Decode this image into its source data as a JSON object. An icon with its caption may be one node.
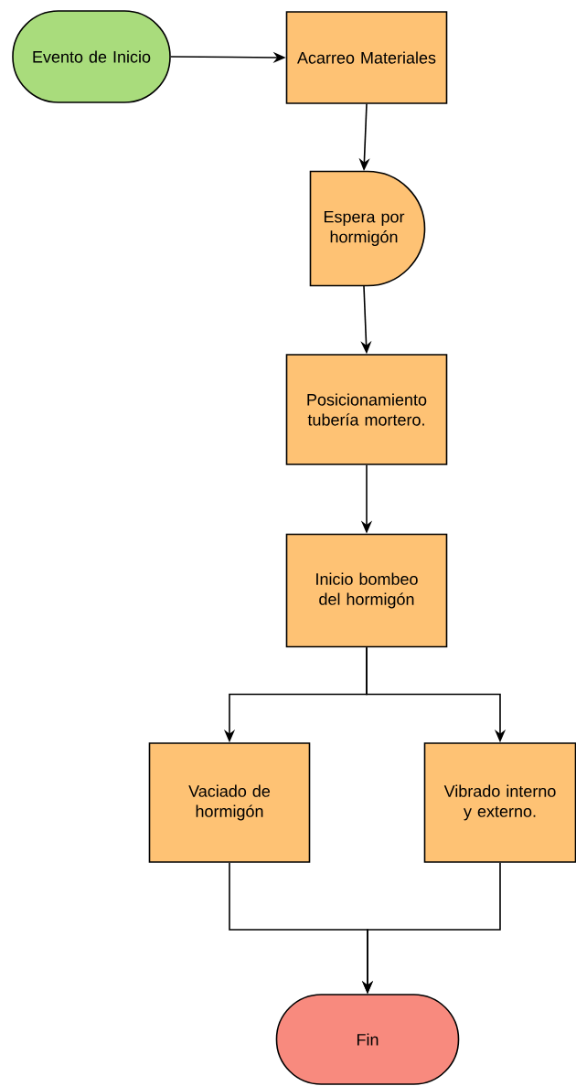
{
  "diagram": {
    "nodes": [
      {
        "text": [
          "Evento de Inicio"
        ]
      },
      {
        "text": [
          "Acarreo Materiales"
        ]
      },
      {
        "text": [
          "Espera por hormigón"
        ]
      },
      {
        "text": [
          "Posicionamiento tubería mortero."
        ]
      },
      {
        "text": [
          "Inicio bombeo del hormigón"
        ]
      },
      {
        "text": [
          "Vaciado de hormigón"
        ]
      },
      {
        "text": [
          "Vibrado interno y externo."
        ]
      },
      {
        "text": [
          "Fin"
        ]
      }
    ],
    "edges": [
      {
        "from": 0,
        "to": 1,
        "arrow": "to"
      },
      {
        "from": 1,
        "to": 2,
        "arrow": "to"
      },
      {
        "from": 2,
        "to": 3,
        "arrow": "to"
      },
      {
        "from": 3,
        "to": 4,
        "arrow": "to"
      },
      {
        "from": 4,
        "to": 5,
        "arrow": "to"
      },
      {
        "from": 4,
        "to": 6,
        "arrow": "to"
      },
      {
        "from": 5,
        "to": 7,
        "arrow": "to"
      },
      {
        "from": 6,
        "to": 7,
        "arrow": "to"
      }
    ]
  }
}
